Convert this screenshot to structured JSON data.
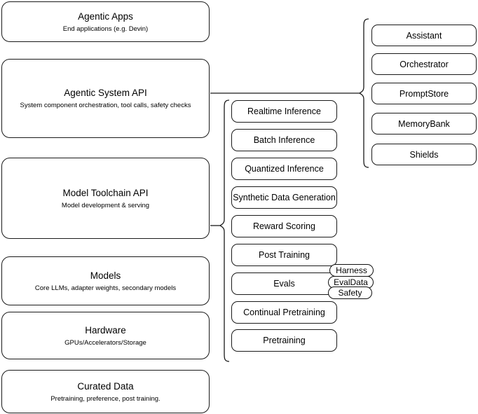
{
  "diagram": {
    "title": "AI Stack Layers Architecture Diagram",
    "accent_color": "#1a1a1a",
    "background_color": "#ffffff"
  },
  "stack_layers": [
    {
      "name": "agentic-apps",
      "title": "Agentic Apps",
      "subtitle": "End applications (e.g. Devin)"
    },
    {
      "name": "agentic-system-api",
      "title": "Agentic System API",
      "subtitle": "System component orchestration, tool calls, safety checks"
    },
    {
      "name": "model-toolchain-api",
      "title": "Model Toolchain API",
      "subtitle": "Model development & serving"
    },
    {
      "name": "models",
      "title": "Models",
      "subtitle": "Core LLMs, adapter weights, secondary models"
    },
    {
      "name": "hardware",
      "title": "Hardware",
      "subtitle": "GPUs/Accelerators/Storage"
    },
    {
      "name": "curated-data",
      "title": "Curated Data",
      "subtitle": "Pretraining, preference, post training."
    }
  ],
  "toolchain_components": [
    {
      "name": "realtime-inference",
      "label": "Realtime Inference"
    },
    {
      "name": "batch-inference",
      "label": "Batch Inference"
    },
    {
      "name": "quantized-inference",
      "label": "Quantized Inference"
    },
    {
      "name": "synthetic-data-generation",
      "label": "Synthetic Data Generation"
    },
    {
      "name": "reward-scoring",
      "label": "Reward Scoring"
    },
    {
      "name": "post-training",
      "label": "Post Training"
    },
    {
      "name": "evals",
      "label": "Evals"
    },
    {
      "name": "continual-pretraining",
      "label": "Continual Pretraining"
    },
    {
      "name": "pretraining",
      "label": "Pretraining"
    }
  ],
  "evals_tags": [
    {
      "name": "harness",
      "label": "Harness"
    },
    {
      "name": "evaldata",
      "label": "EvalData"
    },
    {
      "name": "safety",
      "label": "Safety"
    }
  ],
  "system_components": [
    {
      "name": "assistant",
      "label": "Assistant"
    },
    {
      "name": "orchestrator",
      "label": "Orchestrator"
    },
    {
      "name": "promptstore",
      "label": "PromptStore"
    },
    {
      "name": "memorybank",
      "label": "MemoryBank"
    },
    {
      "name": "shields",
      "label": "Shields"
    }
  ]
}
